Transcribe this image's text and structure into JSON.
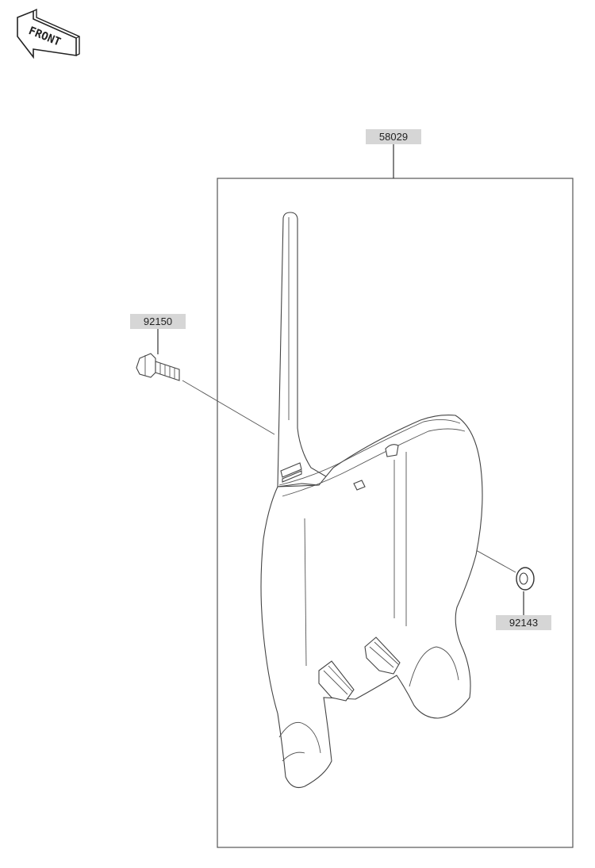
{
  "front_indicator": {
    "label": "FRONT",
    "icon": "front-arrow-icon"
  },
  "parts": [
    {
      "id": "assembly",
      "number": "58029"
    },
    {
      "id": "bolt",
      "number": "92150"
    },
    {
      "id": "washer",
      "number": "92143"
    }
  ]
}
